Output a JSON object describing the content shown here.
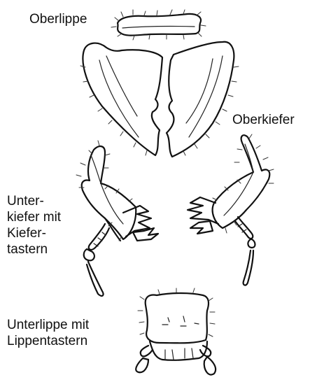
{
  "labels": {
    "upper_lip": "Oberlippe",
    "mandible": "Oberkiefer",
    "maxilla": [
      "Unter-",
      "kiefer mit",
      "Kiefer-",
      "tastern"
    ],
    "labium": [
      "Unterlippe mit",
      "Lippentastern"
    ]
  }
}
